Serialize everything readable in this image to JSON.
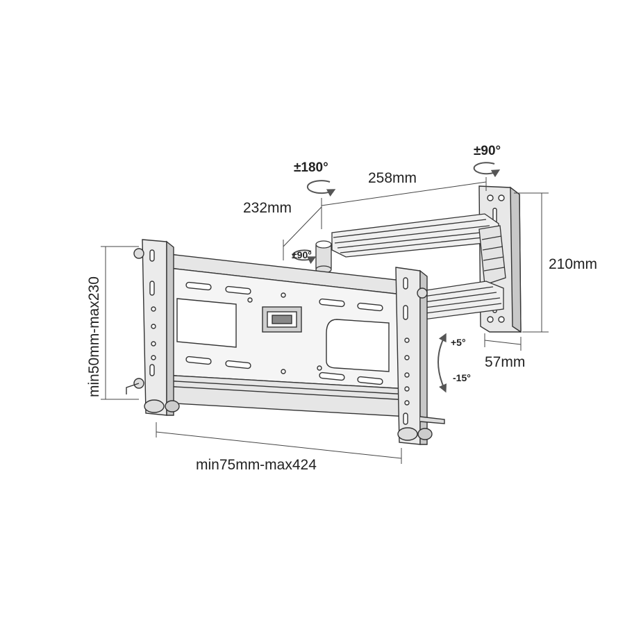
{
  "diagram": {
    "dimensions": {
      "arm_length": "258mm",
      "arm_depth": "232mm",
      "wall_plate_height": "210mm",
      "wall_plate_width": "57mm",
      "bracket_vertical": "min50mm-max230",
      "bracket_horizontal": "min75mm-max424"
    },
    "rotations": {
      "swivel_180": "±180°",
      "swivel_90_wall": "±90°",
      "swivel_90_arm": "±90°",
      "tilt_up": "+5°",
      "tilt_down": "-15°"
    },
    "colors": {
      "line": "#333333",
      "fill_light": "#f4f4f4",
      "fill_mid": "#dcdcdc",
      "fill_dark": "#b8b8b8"
    }
  }
}
